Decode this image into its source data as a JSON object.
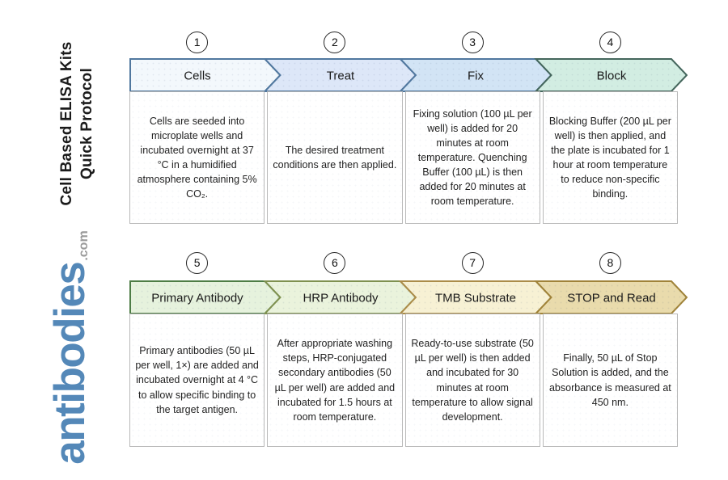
{
  "page": {
    "background": "#ffffff"
  },
  "sidebar": {
    "title_line1": "Cell Based ELISA Kits",
    "title_line2": "Quick Protocol"
  },
  "brand": {
    "name": "antibodies",
    "suffix": ".com",
    "name_color": "#5488b8",
    "suffix_color": "#9b9b9b"
  },
  "steps": [
    {
      "number": "1",
      "label": "Cells",
      "fill": "#f3f8fc",
      "stroke": "#51789f",
      "description": "Cells are seeded into microplate wells and incubated overnight at 37 °C in a humidified atmosphere containing 5% CO₂."
    },
    {
      "number": "2",
      "label": "Treat",
      "fill": "#dde7f8",
      "stroke": "#51789f",
      "description": "The desired treatment conditions are then applied."
    },
    {
      "number": "3",
      "label": "Fix",
      "fill": "#d2e4f5",
      "stroke": "#51789f",
      "description": "Fixing solution (100 µL per well) is added for 20 minutes at room temperature. Quenching Buffer (100 µL) is then added for 20 minutes at room temperature."
    },
    {
      "number": "4",
      "label": "Block",
      "fill": "#d2ede2",
      "stroke": "#44665c",
      "description": "Blocking Buffer (200 µL per well) is then applied, and the plate is incubated for 1 hour at room temperature to reduce non-specific binding."
    },
    {
      "number": "5",
      "label": "Primary Antibody",
      "fill": "#e6f2dd",
      "stroke": "#4e7d45",
      "description": "Primary antibodies (50 µL per well, 1×) are added and incubated overnight at 4 °C to allow specific binding to the target antigen."
    },
    {
      "number": "6",
      "label": "HRP Antibody",
      "fill": "#eaf3dc",
      "stroke": "#7f9150",
      "description": "After appropriate washing steps, HRP-conjugated secondary antibodies (50 µL per well) are added and incubated for 1.5 hours at room temperature."
    },
    {
      "number": "7",
      "label": "TMB Substrate",
      "fill": "#f7f1d4",
      "stroke": "#ab8c49",
      "description": "Ready-to-use substrate (50 µL per well) is then added and incubated for 30 minutes at room temperature to allow signal development."
    },
    {
      "number": "8",
      "label": "STOP and Read",
      "fill": "#e9dbac",
      "stroke": "#a08339",
      "description": "Finally, 50 µL of Stop Solution is added, and the absorbance is measured at 450 nm."
    }
  ]
}
